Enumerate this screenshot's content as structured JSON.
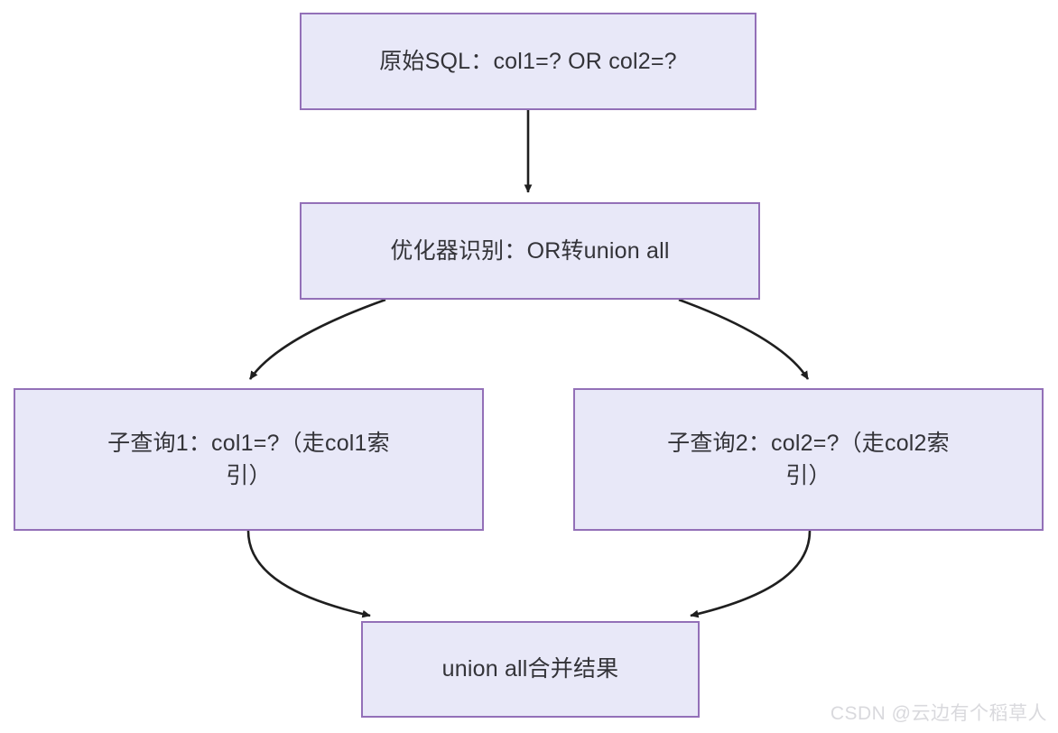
{
  "diagram": {
    "title": "OR condition rewritten to union all flowchart",
    "background_color": "#ffffff",
    "node_fill": "#e8e8f8",
    "node_border": "#9370b8",
    "text_color": "#333338",
    "edge_color": "#1f1f1f",
    "nodes": [
      {
        "id": "original-sql",
        "label": "原始SQL：col1=? OR col2=?"
      },
      {
        "id": "optimizer",
        "label": "优化器识别：OR转union all"
      },
      {
        "id": "subquery-1",
        "label": "子查询1：col1=?（走col1索\n引）"
      },
      {
        "id": "subquery-2",
        "label": "子查询2：col2=?（走col2索\n引）"
      },
      {
        "id": "union-all",
        "label": "union all合并结果"
      }
    ],
    "edges": [
      {
        "from": "original-sql",
        "to": "optimizer"
      },
      {
        "from": "optimizer",
        "to": "subquery-1"
      },
      {
        "from": "optimizer",
        "to": "subquery-2"
      },
      {
        "from": "subquery-1",
        "to": "union-all"
      },
      {
        "from": "subquery-2",
        "to": "union-all"
      }
    ]
  },
  "watermark": {
    "text": "CSDN @云边有个稻草人"
  }
}
